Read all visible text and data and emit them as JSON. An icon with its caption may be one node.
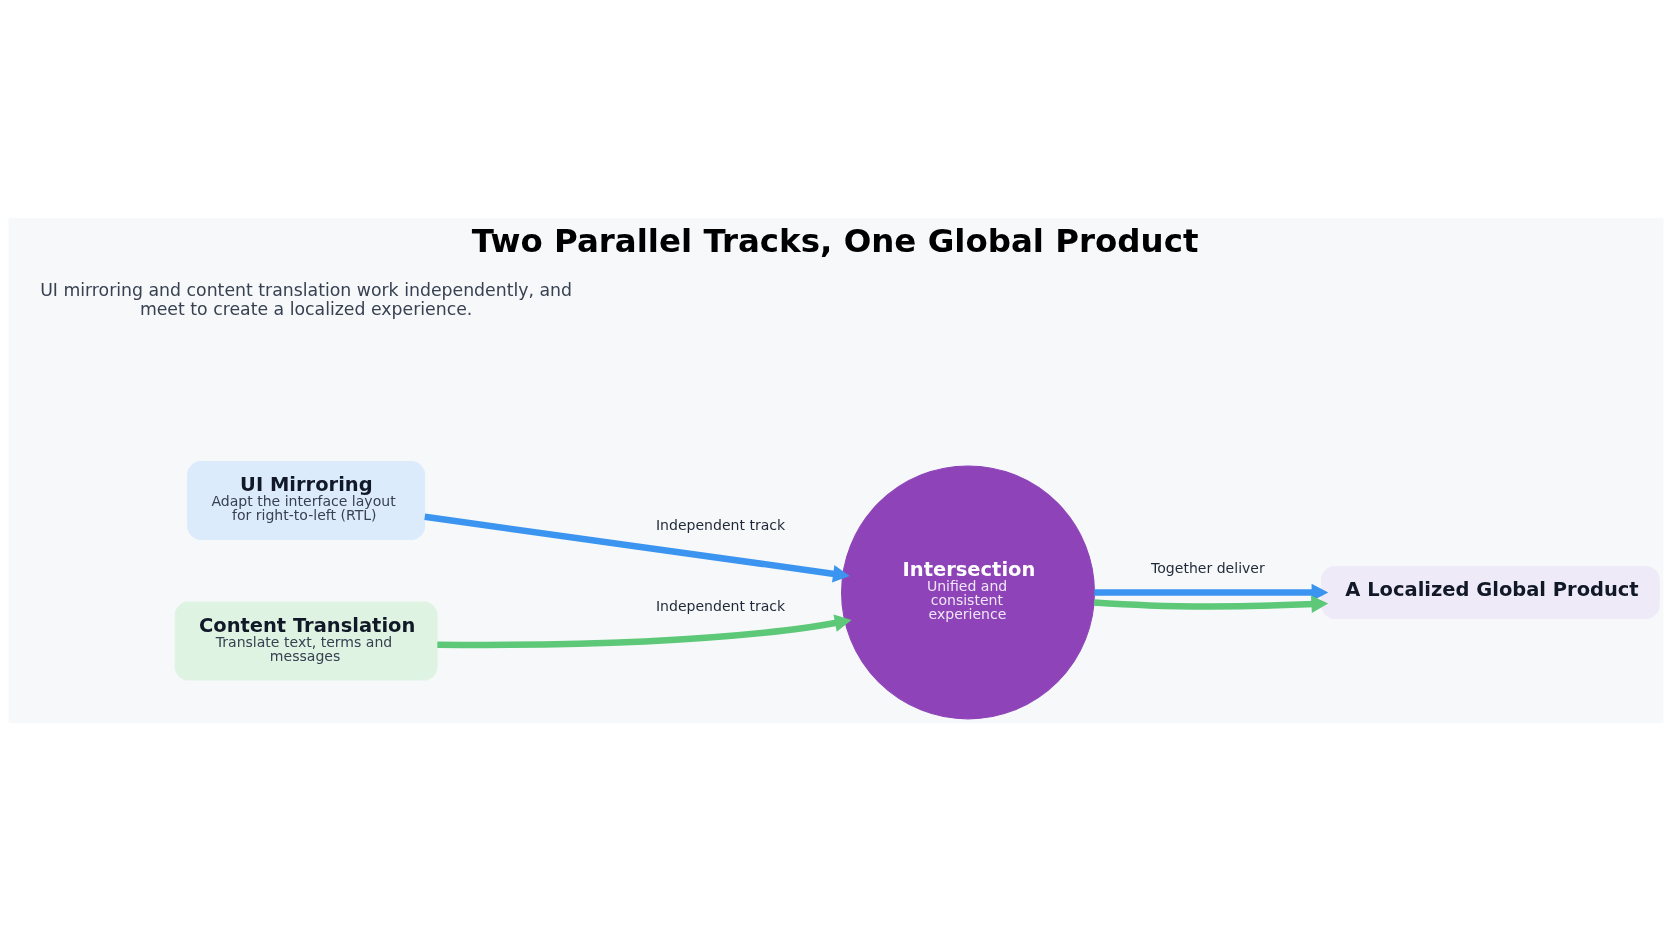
{
  "diagram": {
    "title": "Two Parallel Tracks, One Global Product",
    "nodes": [
      {
        "text": [
          "UI Mirroring",
          "Adapt the interface layout for right-to-left (RTL)"
        ]
      },
      {
        "text": [
          "Content Translation",
          "Translate text, terms and messages"
        ]
      },
      {
        "text": [
          "Intersection",
          "Unified and consistent experience"
        ]
      },
      {
        "text": [
          "A Localized Global Product"
        ]
      }
    ],
    "edges": [
      {
        "from": 0,
        "to": 2,
        "arrow": "to",
        "label": "Independent track",
        "color": "#3b94f0"
      },
      {
        "from": 1,
        "to": 2,
        "arrow": "to",
        "label": "Independent track",
        "color": "#5cc878"
      },
      {
        "from": 2,
        "to": 3,
        "arrow": "to",
        "label": "Together deliver",
        "color": "#3b94f0"
      },
      {
        "from": 2,
        "to": 3,
        "arrow": "to",
        "color": "#5cc878"
      }
    ],
    "labels": [
      "UI mirroring and content translation work independently, and meet to create a localized experience."
    ]
  }
}
